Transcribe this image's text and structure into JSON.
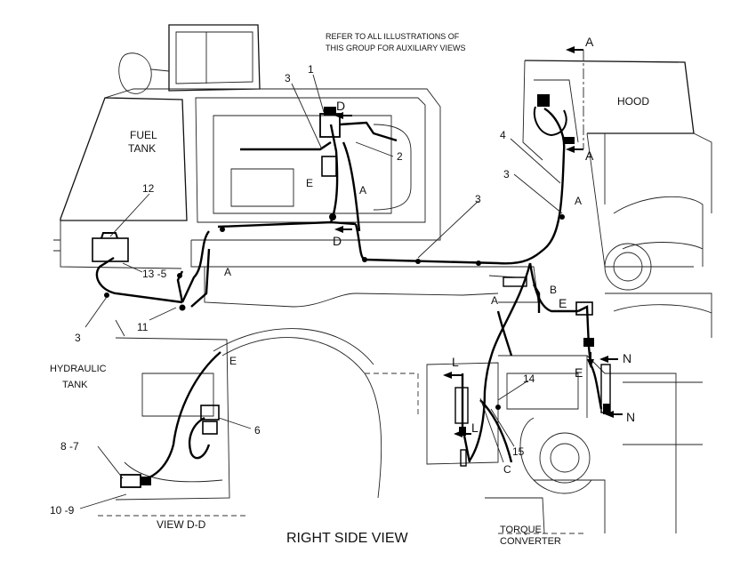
{
  "note": {
    "line1": "REFER TO ALL ILLUSTRATIONS OF",
    "line2": "THIS GROUP FOR AUXILIARY VIEWS"
  },
  "labels": {
    "fuel_tank_1": "FUEL",
    "fuel_tank_2": "TANK",
    "hood": "HOOD",
    "hydraulic_tank_1": "HYDRAULIC",
    "hydraulic_tank_2": "TANK",
    "torque_converter_1": "TORQUE",
    "torque_converter_2": "CONVERTER",
    "view_dd": "VIEW D-D",
    "right_side_view": "RIGHT SIDE VIEW"
  },
  "callouts": {
    "n1": "1",
    "n2": "2",
    "n3a": "3",
    "n3b": "3",
    "n3c": "3",
    "n3d": "3",
    "n4": "4",
    "n6": "6",
    "n87": "8 -7",
    "n109": "10 -9",
    "n11": "11",
    "n12": "12",
    "n135": "13 -5",
    "n14": "14",
    "n15": "15"
  },
  "section_letters": {
    "a_top": "A",
    "a_hood": "A",
    "a_mid": "A",
    "a_right": "A",
    "a_left": "A",
    "a_lower": "A",
    "d_top": "D",
    "d_low": "D",
    "e_upper": "E",
    "e_right": "E",
    "e_right2": "E",
    "e_view": "E",
    "b": "B",
    "c": "C",
    "l_top": "L",
    "l_bot": "L",
    "n_top": "N",
    "n_bot": "N"
  }
}
